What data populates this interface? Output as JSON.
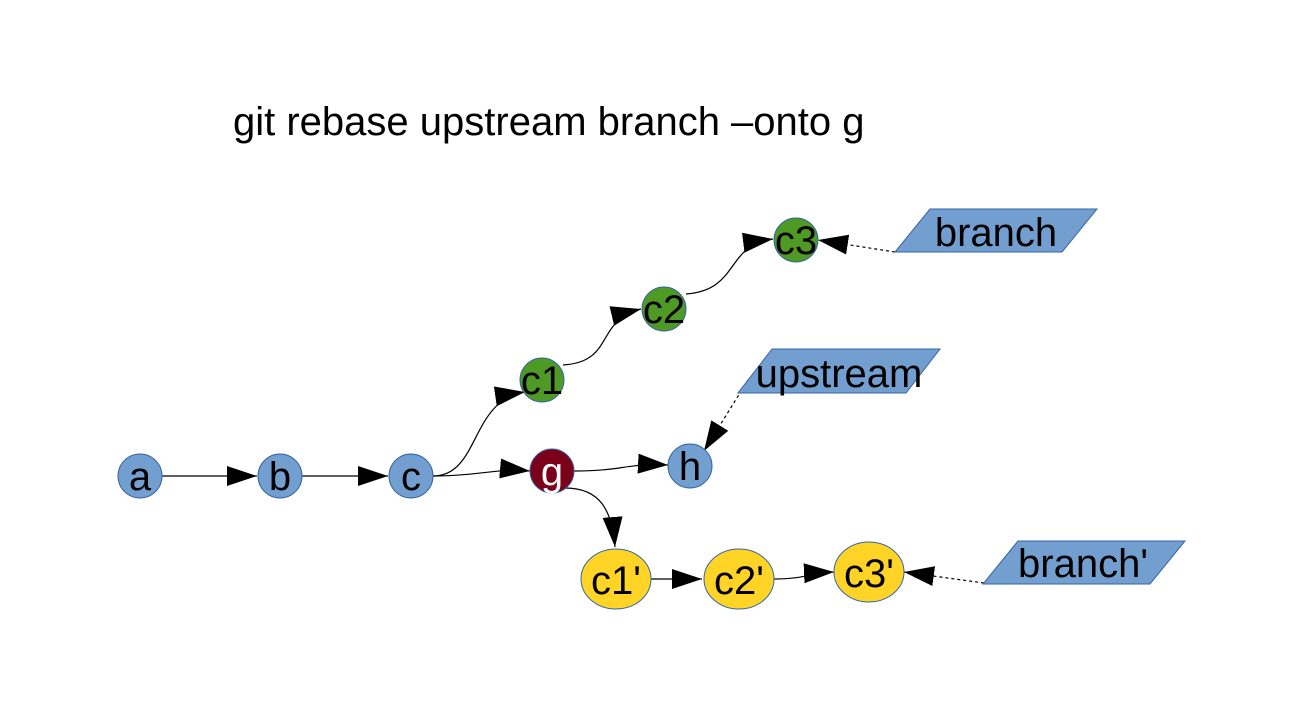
{
  "title": "git rebase upstream branch –onto g",
  "colors": {
    "base": "#729fcf",
    "original": "#4e9a25",
    "onto": "#7b0019",
    "rebased": "#ffd426",
    "label": "#729fcf",
    "stroke": "#3465a4",
    "edge": "#000000",
    "text": "#000000",
    "onto_text": "#ffffff"
  },
  "nodes": {
    "a": "a",
    "b": "b",
    "c": "c",
    "c1": "c1",
    "c2": "c2",
    "c3": "c3",
    "g": "g",
    "h": "h",
    "c1p": "c1'",
    "c2p": "c2'",
    "c3p": "c3'"
  },
  "labels": {
    "branch": "branch",
    "upstream": "upstream",
    "branch_p": "branch'"
  }
}
